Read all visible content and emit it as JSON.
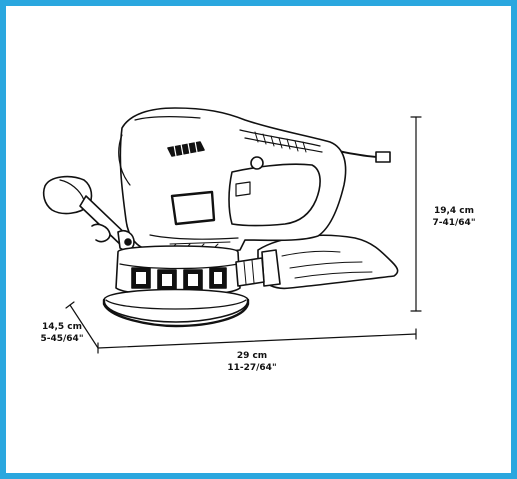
{
  "product": {
    "icon": "random-orbit-sander-line-drawing",
    "frame_color": "#2aa7df"
  },
  "dimensions": {
    "height": {
      "metric": "19,4 cm",
      "imperial": "7-41/64\""
    },
    "width": {
      "metric": "29 cm",
      "imperial": "11-27/64\""
    },
    "depth": {
      "metric": "14,5 cm",
      "imperial": "5-45/64\""
    }
  }
}
